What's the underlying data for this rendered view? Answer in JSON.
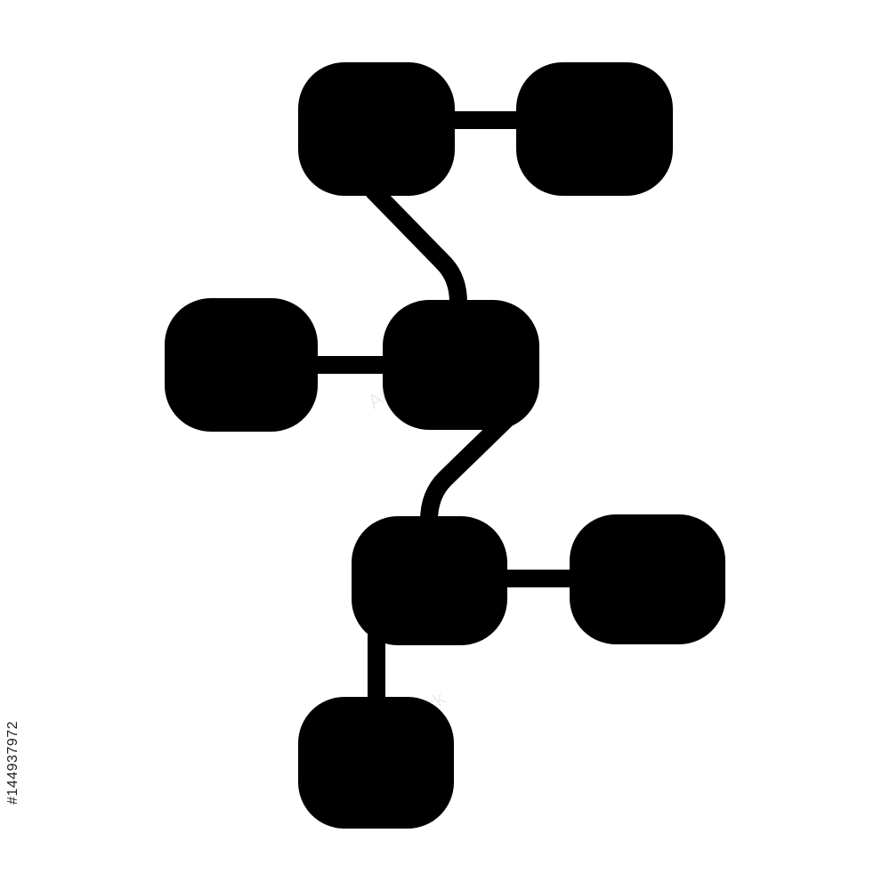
{
  "image": {
    "subject": "node-graph-icon",
    "fill_color": "#000000",
    "background_color": "#ffffff",
    "node_count": 7,
    "link_count": 6
  },
  "watermark": {
    "brand": "Adobe Stock",
    "stock_id": "#144937972"
  }
}
